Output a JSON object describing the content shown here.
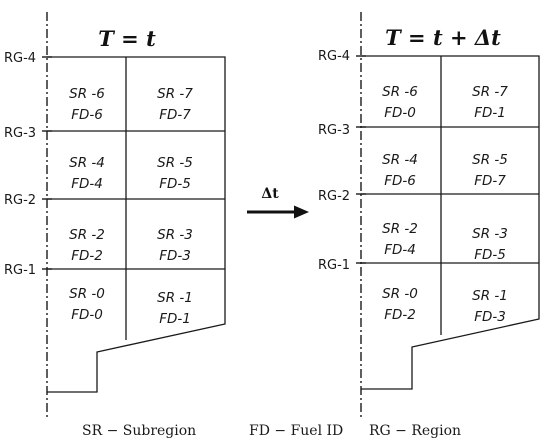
{
  "left_panel": {
    "title": "T = t",
    "region_labels": [
      "RG-4",
      "RG-3",
      "RG-2",
      "RG-1"
    ],
    "cells": [
      {
        "sr": "SR -6",
        "fd": "FD-6"
      },
      {
        "sr": "SR -7",
        "fd": "FD-7"
      },
      {
        "sr": "SR -4",
        "fd": "FD-4"
      },
      {
        "sr": "SR -5",
        "fd": "FD-5"
      },
      {
        "sr": "SR -2",
        "fd": "FD-2"
      },
      {
        "sr": "SR -3",
        "fd": "FD-3"
      },
      {
        "sr": "SR -0",
        "fd": "FD-0"
      },
      {
        "sr": "SR -1",
        "fd": "FD-1"
      }
    ]
  },
  "right_panel": {
    "title": "T = t + Δt",
    "region_labels": [
      "RG-4",
      "RG-3",
      "RG-2",
      "RG-1"
    ],
    "cells": [
      {
        "sr": "SR -6",
        "fd": "FD-0"
      },
      {
        "sr": "SR -7",
        "fd": "FD-1"
      },
      {
        "sr": "SR -4",
        "fd": "FD-6"
      },
      {
        "sr": "SR -5",
        "fd": "FD-7"
      },
      {
        "sr": "SR -2",
        "fd": "FD-4"
      },
      {
        "sr": "SR -3",
        "fd": "FD-5"
      },
      {
        "sr": "SR -0",
        "fd": "FD-2"
      },
      {
        "sr": "SR -1",
        "fd": "FD-3"
      }
    ]
  },
  "arrow": {
    "label": "Δt"
  },
  "legend": {
    "sr": "SR − Subregion",
    "fd": "FD − Fuel ID",
    "rg": "RG − Region"
  }
}
